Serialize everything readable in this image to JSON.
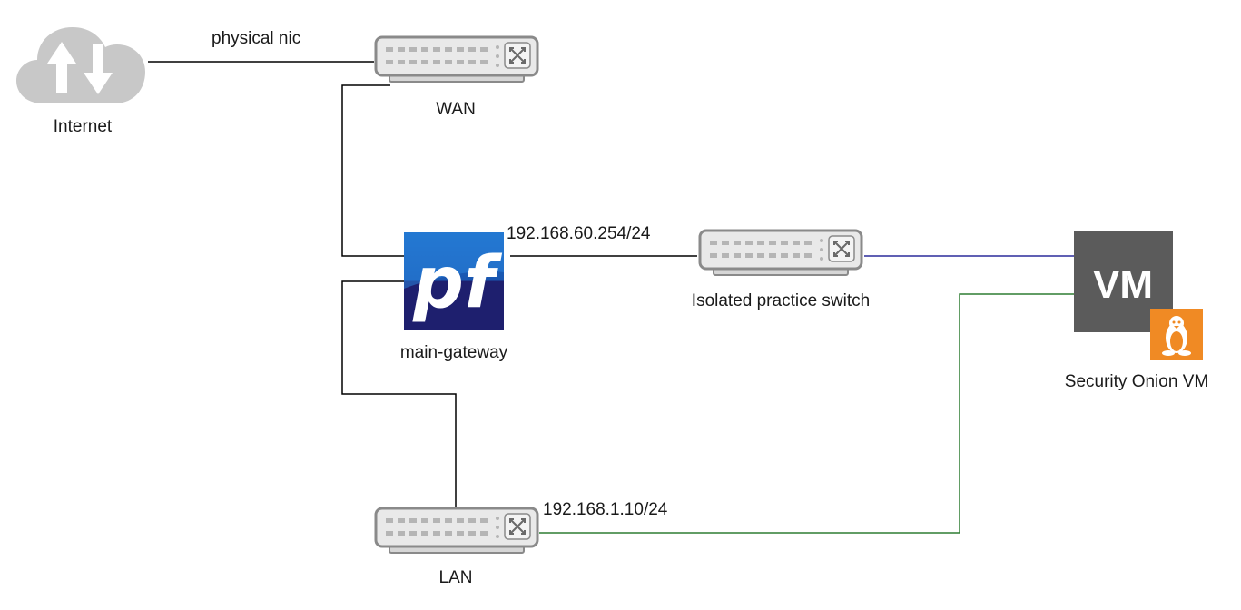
{
  "nodes": {
    "internet": {
      "label": "Internet",
      "icon": "cloud-updown-icon"
    },
    "wan_switch": {
      "label": "WAN",
      "icon": "network-switch-icon"
    },
    "gateway": {
      "label": "main-gateway",
      "icon": "pfsense-logo",
      "logo_text": "pf"
    },
    "isolated_switch": {
      "label": "Isolated practice switch",
      "icon": "network-switch-icon"
    },
    "lan_switch": {
      "label": "LAN",
      "icon": "network-switch-icon"
    },
    "security_onion": {
      "label": "Security Onion VM",
      "icon": "vm-icon",
      "vm_text": "VM",
      "badge_icon": "linux-tux-icon"
    }
  },
  "links": {
    "internet_wan": {
      "label": "physical nic",
      "color": "#000000"
    },
    "gateway_isolated": {
      "label": "192.168.60.254/24",
      "color": "#000000"
    },
    "gateway_lan": {
      "label": "",
      "color": "#000000"
    },
    "wan_gateway": {
      "label": "",
      "color": "#000000"
    },
    "isolated_vm": {
      "label": "",
      "color": "#2b2b9b"
    },
    "lan_vm": {
      "label": "192.168.1.10/24",
      "color": "#2e7d32"
    }
  },
  "colors": {
    "switch_body": "#e8e8e8",
    "switch_border": "#8a8a8a",
    "cloud": "#c8c8c8",
    "pf_blue": "#1b5fb5",
    "pf_navy": "#1e1f6e",
    "vm_gray": "#5a5a5a",
    "tux_orange": "#f08a24"
  }
}
